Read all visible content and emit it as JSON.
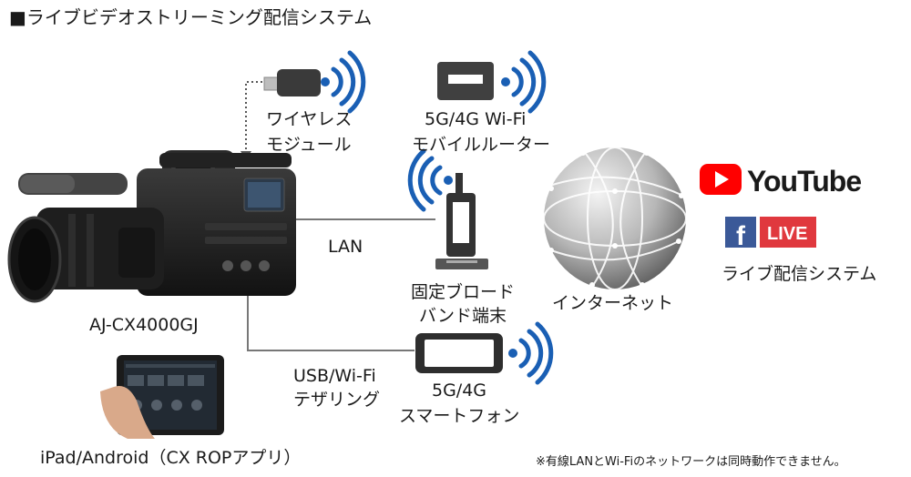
{
  "title": "■ライブビデオストリーミング配信システム",
  "camera": {
    "label": "AJ-CX4000GJ"
  },
  "wireless_module": {
    "line1": "ワイヤレス",
    "line2": "モジュール"
  },
  "mobile_router": {
    "line1": "5G/4G Wi-Fi",
    "line2": "モバイルルーター"
  },
  "lan": {
    "label": "LAN"
  },
  "broadband": {
    "line1": "固定ブロード",
    "line2": "バンド端末"
  },
  "tethering": {
    "line1": "USB/Wi-Fi",
    "line2": "テザリング"
  },
  "smartphone": {
    "line1": "5G/4G",
    "line2": "スマートフォン"
  },
  "internet": {
    "label": "インターネット"
  },
  "services": {
    "youtube": "YouTube",
    "facebook_live": "LIVE",
    "facebook_f": "f",
    "label": "ライブ配信システム"
  },
  "tablet": {
    "label": "iPad/Android（CX ROPアプリ）"
  },
  "footnote": "※有線LANとWi-Fiのネットワークは同時動作できません。",
  "colors": {
    "wifi": "#1a5fb4",
    "youtube_red": "#ff0000",
    "facebook_blue": "#3b5998",
    "live_red": "#e0383e"
  },
  "icons": [
    "wifi-icon",
    "usb-dongle-icon",
    "router-icon",
    "phone-icon",
    "globe-icon",
    "camera-icon",
    "tablet-icon"
  ]
}
